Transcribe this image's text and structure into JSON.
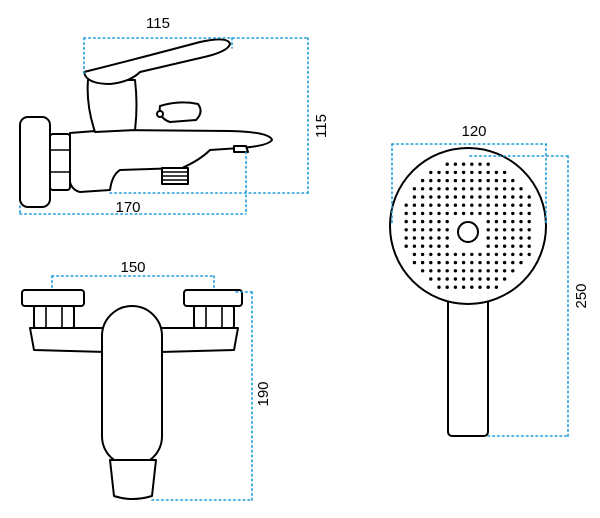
{
  "dimensions": {
    "side_view_spout_width": "115",
    "side_view_height": "115",
    "side_view_total_depth": "170",
    "front_view_inlet_spacing": "150",
    "front_view_height": "190",
    "hand_shower_head_diameter": "120",
    "hand_shower_length": "250"
  },
  "colors": {
    "dimension_line": "#1e9bd7",
    "outline": "#000000"
  }
}
